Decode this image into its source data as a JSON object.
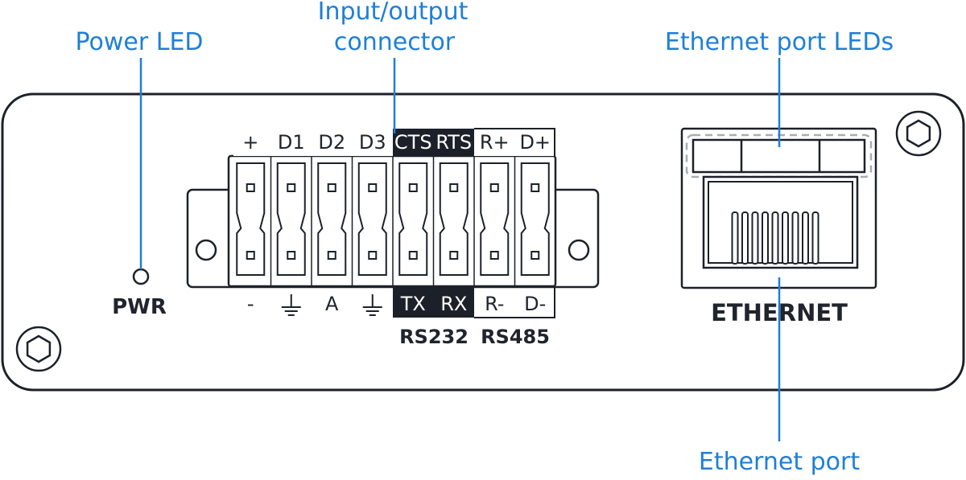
{
  "colors": {
    "callout": "#1f7fd6",
    "outline": "#1c2129",
    "highlight_bg": "#1c2129",
    "led_dash": "#a8acb3",
    "background": "#ffffff"
  },
  "callouts": {
    "power_led": "Power LED",
    "io_connector_line1": "Input/output",
    "io_connector_line2": "connector",
    "ethernet_leds": "Ethernet port LEDs",
    "ethernet_port": "Ethernet port"
  },
  "panel": {
    "pwr_label": "PWR",
    "ethernet_label": "ETHERNET",
    "screw_icon": "hex-screw-icon",
    "ground_icon": "ground-symbol-icon"
  },
  "connector": {
    "top_pins": [
      {
        "label": "+",
        "highlight": false
      },
      {
        "label": "D1",
        "highlight": false
      },
      {
        "label": "D2",
        "highlight": false
      },
      {
        "label": "D3",
        "highlight": false
      },
      {
        "label": "CTS",
        "highlight": true
      },
      {
        "label": "RTS",
        "highlight": true
      },
      {
        "label": "R+",
        "highlight": false
      },
      {
        "label": "D+",
        "highlight": false
      }
    ],
    "bottom_pins": [
      {
        "label": "-",
        "highlight": false,
        "icon": ""
      },
      {
        "label": "",
        "highlight": false,
        "icon": "ground-symbol-icon"
      },
      {
        "label": "A",
        "highlight": false,
        "icon": ""
      },
      {
        "label": "",
        "highlight": false,
        "icon": "ground-symbol-icon"
      },
      {
        "label": "TX",
        "highlight": true,
        "icon": ""
      },
      {
        "label": "RX",
        "highlight": true,
        "icon": ""
      },
      {
        "label": "R-",
        "highlight": false,
        "icon": ""
      },
      {
        "label": "D-",
        "highlight": false,
        "icon": ""
      }
    ],
    "group_labels": {
      "rs232": "RS232",
      "rs485": "RS485"
    }
  }
}
